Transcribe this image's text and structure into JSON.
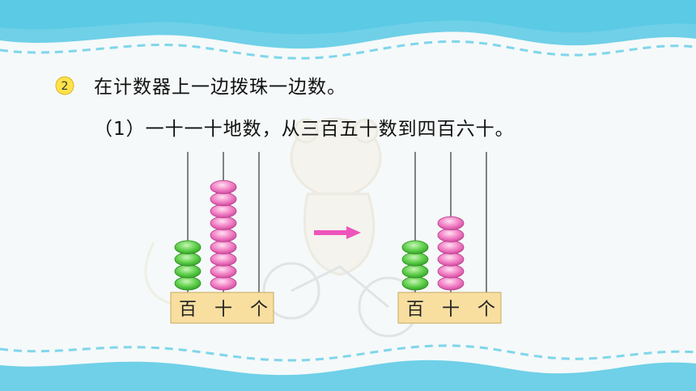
{
  "problem": {
    "number": "2",
    "instruction": "在计数器上一边拨珠一边数。",
    "subquestion": "（1）一十一十地数，从三百五十数到四百六十。"
  },
  "counters": [
    {
      "place_labels": [
        "百",
        "十",
        "个"
      ],
      "beads": {
        "hundreds": 4,
        "tens": 9,
        "ones": 0
      }
    },
    {
      "place_labels": [
        "百",
        "十",
        "个"
      ],
      "beads": {
        "hundreds": 4,
        "tens": 6,
        "ones": 0
      }
    }
  ],
  "colors": {
    "hundreds_bead": "#5fd04a",
    "tens_bead": "#f27fc4",
    "arrow": "#ee55bb",
    "base": "#f8dfa0",
    "wave_top": "#52c7e2"
  }
}
